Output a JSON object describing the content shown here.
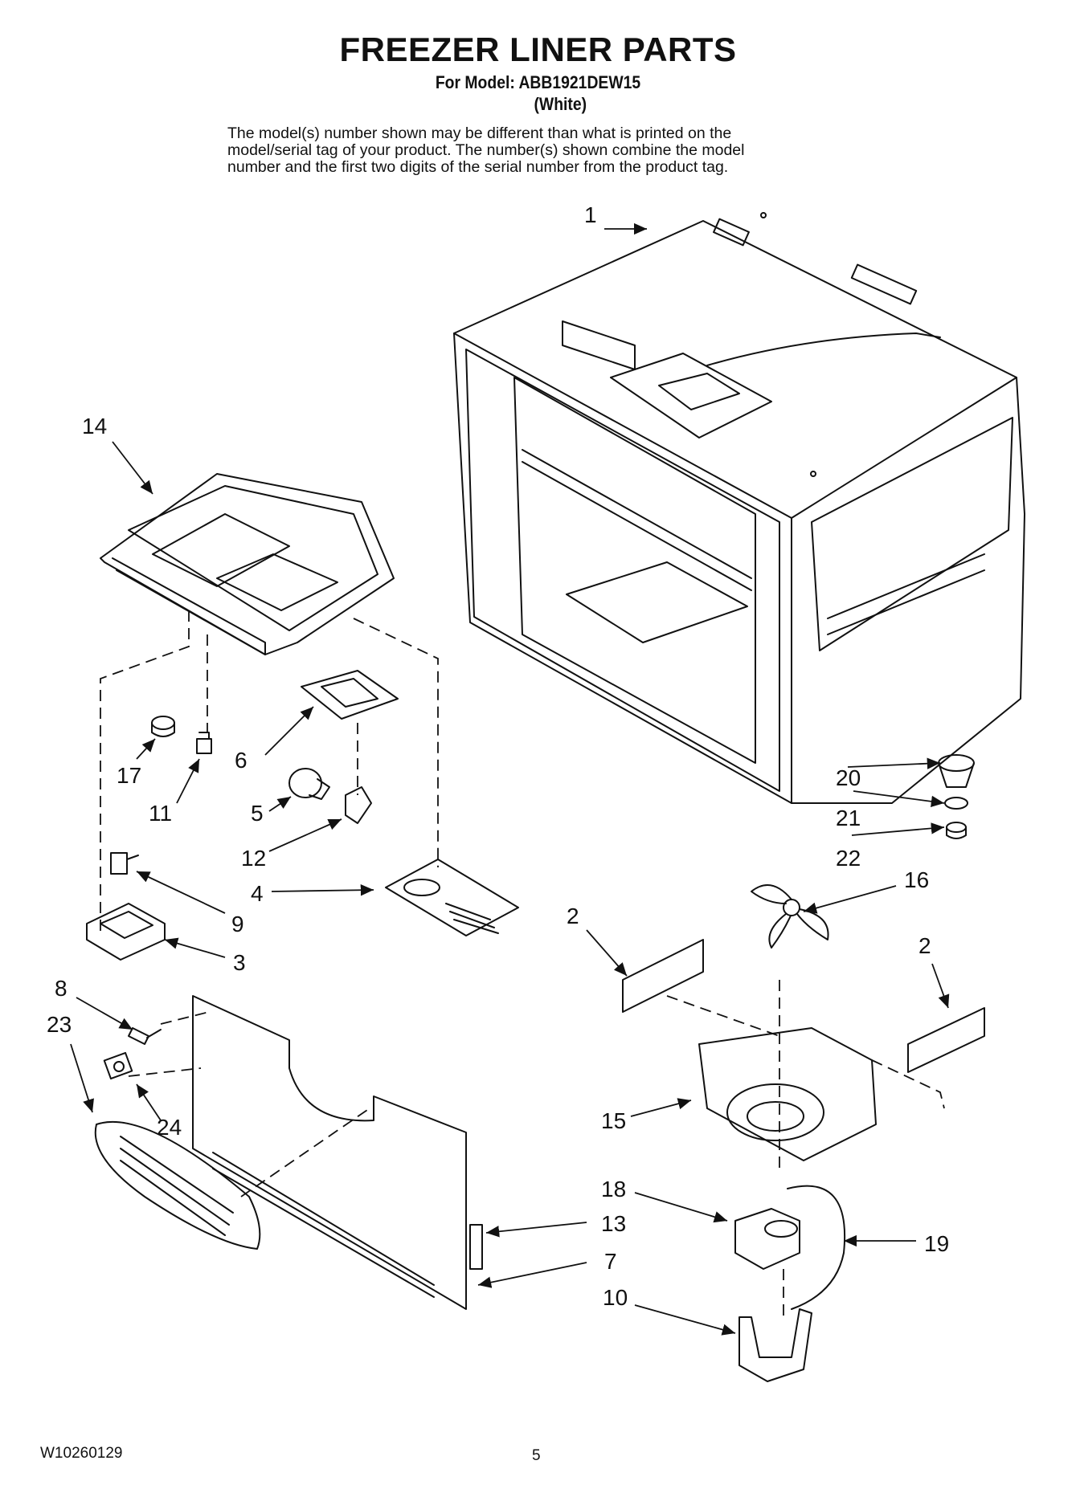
{
  "header": {
    "title": "FREEZER LINER PARTS",
    "model_line": "For Model: ABB1921DEW15",
    "color": "(White)"
  },
  "disclaimer": [
    "The model(s) number shown may be different than what is printed on the",
    "model/serial tag of your product. The number(s) shown combine the model",
    "number and the first two digits of the serial number from the product tag."
  ],
  "callouts": [
    "1",
    "14",
    "17",
    "11",
    "6",
    "5",
    "12",
    "4",
    "9",
    "3",
    "8",
    "23",
    "24",
    "20",
    "21",
    "22",
    "16",
    "2",
    "2",
    "15",
    "18",
    "13",
    "19",
    "7",
    "10"
  ],
  "footer": {
    "doc_number": "W10260129",
    "page_number": "5"
  }
}
